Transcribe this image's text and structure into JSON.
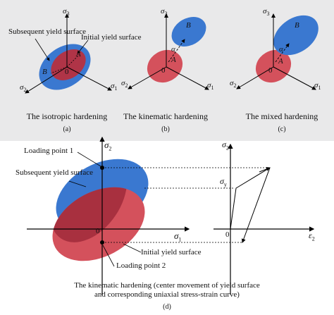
{
  "panel_a": {
    "caption": "The isotropic hardening",
    "sublabel": "(a)",
    "labels": {
      "subsequent_yield_surface": "Subsequent yield surface",
      "initial_yield_surface": "Initial yield surface",
      "point_a": "A",
      "point_b": "B",
      "origin": "0"
    },
    "axes": {
      "s1": "σ",
      "s2": "σ",
      "s3": "σ",
      "i1": "1",
      "i2": "2",
      "i3": "3"
    }
  },
  "panel_b": {
    "caption": "The kinematic hardening",
    "sublabel": "(b)",
    "labels": {
      "point_a": "A",
      "point_b": "B",
      "alpha": "α",
      "origin": "0"
    },
    "axes": {
      "s1": "σ",
      "s2": "σ",
      "s3": "σ",
      "i1": "1",
      "i2": "2",
      "i3": "3"
    }
  },
  "panel_c": {
    "caption": "The mixed hardening",
    "sublabel": "(c)",
    "labels": {
      "point_a": "A",
      "point_b": "B",
      "alpha": "α",
      "origin": "0"
    },
    "axes": {
      "s1": "σ",
      "s2": "σ",
      "s3": "σ",
      "i1": "1",
      "i2": "2",
      "i3": "3"
    }
  },
  "panel_d": {
    "caption_line1": "The kinematic hardening (center movement of yield surface",
    "caption_line2": "and corresponding uniaxial stress-strain curve)",
    "sublabel": "(d)",
    "labels": {
      "loading_point_1": "Loading point 1",
      "loading_point_2": "Loading point 2",
      "subsequent_yield_surface": "Subsequent yield surface",
      "initial_yield_surface": "Initial yield surface",
      "sigma_y": "σ",
      "sigma_y_sub": "y",
      "origin_left": "0",
      "origin_right": "0"
    },
    "axes": {
      "left_x": "σ",
      "left_x_sub": "1",
      "left_y": "σ",
      "left_y_sub": "2",
      "right_x": "ε",
      "right_x_sub": "2",
      "right_y": "σ",
      "right_y_sub": "2"
    }
  },
  "colors": {
    "blue_surface": "#3a78d0",
    "red_surface": "#d4515c",
    "overlap": "#a8303f",
    "top_background": "#e9e9ea",
    "axis": "#000000"
  }
}
